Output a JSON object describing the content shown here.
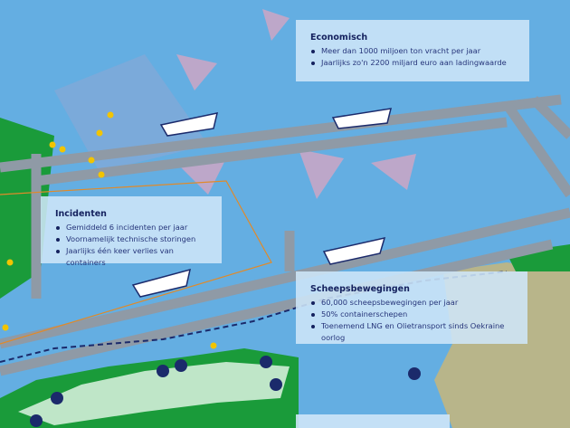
{
  "economisch": {
    "title": "Economisch",
    "items": [
      "Meer dan 1000 miljoen ton vracht per jaar",
      "Jaarlijks zo'n 2200 miljard euro aan ladingwaarde"
    ]
  },
  "incidenten": {
    "title": "Incidenten",
    "items": [
      "Gemiddeld 6 incidenten per jaar",
      "Voornamelijk technische storingen",
      "Jaarlijks één keer verlies van containers"
    ]
  },
  "scheepsbewegingen": {
    "title": "Scheepsbewegingen",
    "items": [
      "60,000 scheepsbewegingen per jaar",
      "50% containerschepen",
      "Toenemend LNG en Olietransport sinds Oekraine oorlog"
    ]
  },
  "colors": {
    "sea": "#64aee2",
    "lane": "#8f9aa6",
    "land_green": "#1a9b3a",
    "land_light": "#bfe6c8",
    "land_khaki": "#b8b58a",
    "text": "#1b2a6b",
    "wind_farm": "#c7a6c6",
    "marker": "#f2c400"
  },
  "icons": [
    "container-ship-icon",
    "wind-turbine-icon",
    "location-pin-icon",
    "lane-direction-arrow-icon"
  ]
}
